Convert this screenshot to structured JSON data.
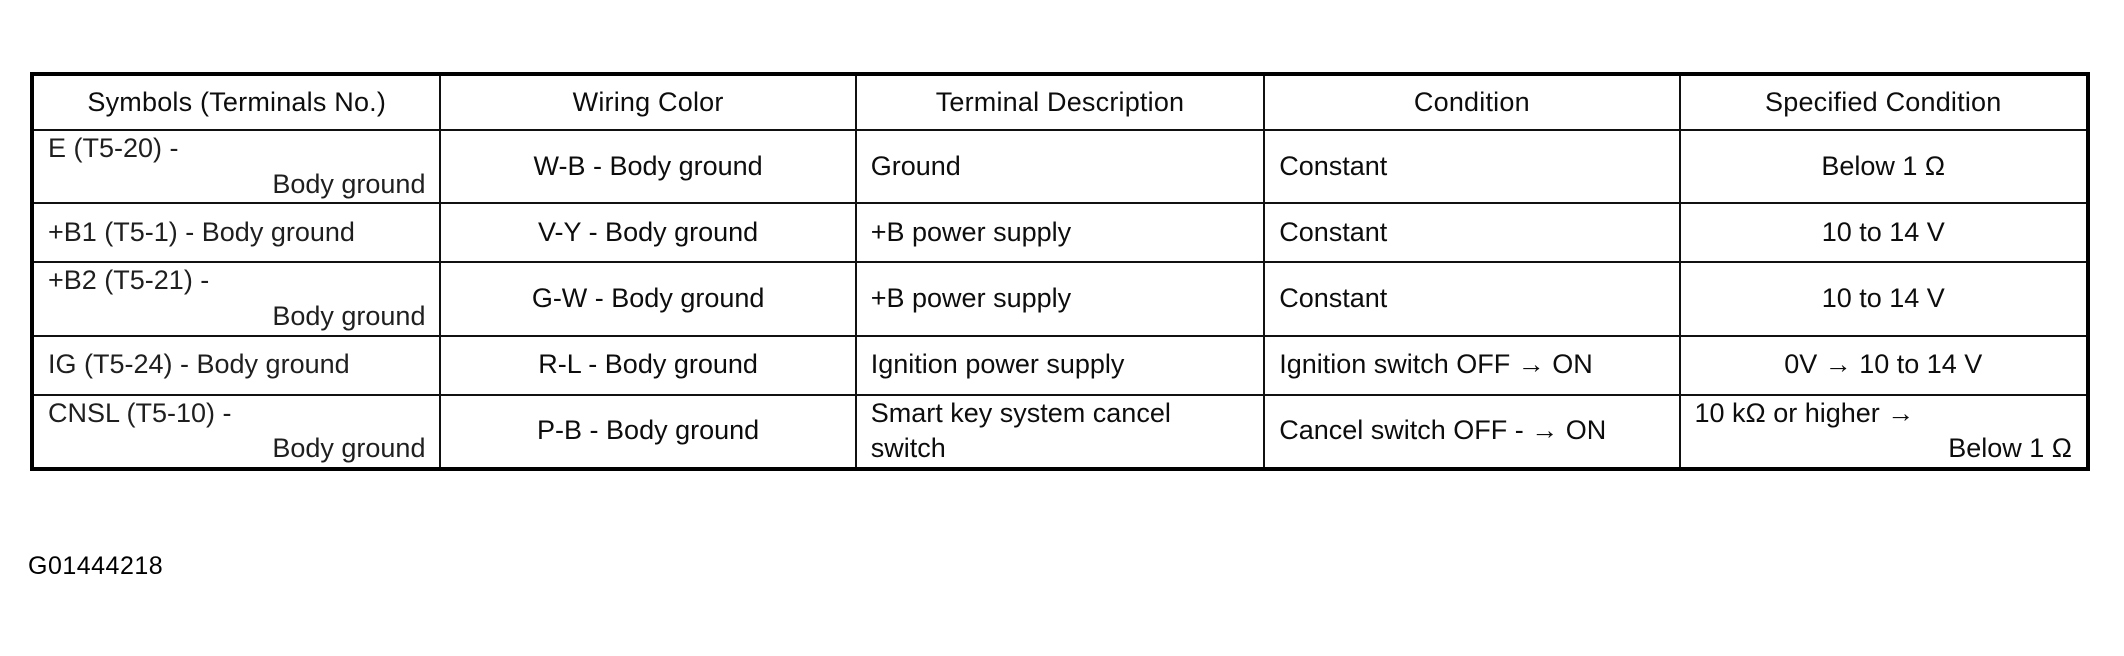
{
  "figure": {
    "id_label": "G01444218"
  },
  "table": {
    "columns": [
      "Symbols (Terminals No.)",
      "Wiring Color",
      "Terminal Description",
      "Condition",
      "Specified Condition"
    ],
    "rows": [
      {
        "symbol_line1": "E (T5-20) -",
        "symbol_line2": "Body ground",
        "wiring_color": "W-B - Body ground",
        "terminal_description": "Ground",
        "condition": "Constant",
        "specified_line1": "Below 1 Ω",
        "specified_line2": ""
      },
      {
        "symbol_line1": "+B1 (T5-1) - Body ground",
        "symbol_line2": "",
        "wiring_color": "V-Y - Body ground",
        "terminal_description": "+B power supply",
        "condition": "Constant",
        "specified_line1": "10 to 14 V",
        "specified_line2": ""
      },
      {
        "symbol_line1": "+B2 (T5-21) -",
        "symbol_line2": "Body ground",
        "wiring_color": "G-W - Body ground",
        "terminal_description": "+B power supply",
        "condition": "Constant",
        "specified_line1": "10 to 14 V",
        "specified_line2": ""
      },
      {
        "symbol_line1": "IG (T5-24) - Body ground",
        "symbol_line2": "",
        "wiring_color": "R-L - Body ground",
        "terminal_description": "Ignition power supply",
        "condition": "Ignition switch OFF → ON",
        "specified_line1": "0V → 10 to 14 V",
        "specified_line2": ""
      },
      {
        "symbol_line1": "CNSL (T5-10) -",
        "symbol_line2": "Body ground",
        "wiring_color": "P-B - Body ground",
        "terminal_description": "Smart key system cancel switch",
        "condition": "Cancel switch OFF - → ON",
        "specified_line1": "10 kΩ or higher →",
        "specified_line2": "Below 1 Ω"
      }
    ]
  }
}
